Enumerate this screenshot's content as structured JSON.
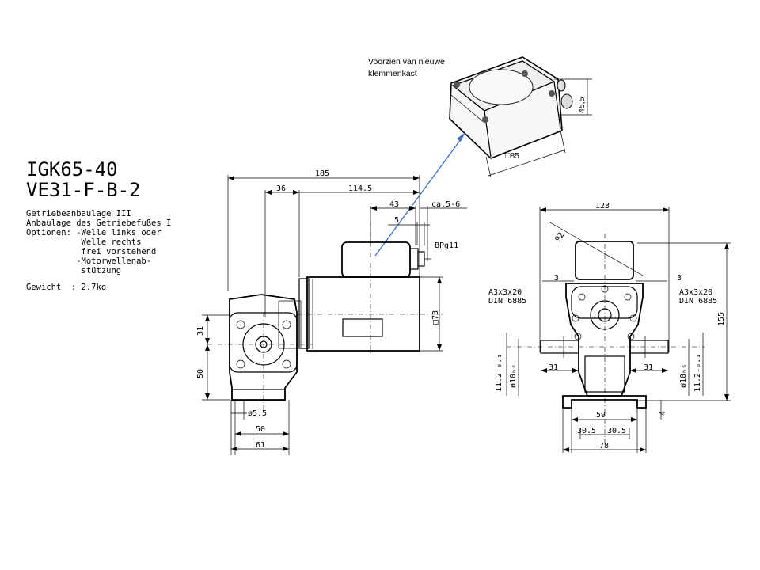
{
  "title": {
    "model": "IGK65-40",
    "variant": "VE31-F-B-2"
  },
  "specs": [
    "Getriebeanbaulage III",
    "Anbaulage des Getriebefußes I",
    "Optionen: -Welle links oder",
    "           Welle rechts",
    "           frei vorstehend",
    "          -Motorwellenab-",
    "           stützung"
  ],
  "weight": "Gewicht  : 2.7kg",
  "annotation": {
    "line1": "Voorzien van nieuwe",
    "line2": "klemmenkast",
    "dim_height": "45,5",
    "dim_square": "□85"
  },
  "side_view": {
    "dims": {
      "overall": "185",
      "d36": "36",
      "d114": "114.5",
      "d43": "43",
      "d5": "5",
      "ca": "ca.5-6",
      "pg": "BPg11",
      "sq73": "□73",
      "d31": "31",
      "d50v": "50",
      "hole": "ø5.5",
      "d50h": "50",
      "d61": "61"
    }
  },
  "front_view": {
    "dims": {
      "d123": "123",
      "r92": "92",
      "d3l": "3",
      "d3r": "3",
      "keyl": "A3x3x20",
      "dinl": "DIN 6885",
      "keyr": "A3x3x20",
      "dinr": "DIN 6885",
      "d155": "155",
      "d31l": "31",
      "d31r": "31",
      "tol_l": "11.2₋₀.₁",
      "shaft_l": "ø10ₕ₆",
      "shaft_r": "ø10ₕ₆",
      "tol_r": "11.2₋₀.₁",
      "d4": "4",
      "d59": "59",
      "d305a": "30.5",
      "d305b": "30.5",
      "d78": "78"
    }
  }
}
